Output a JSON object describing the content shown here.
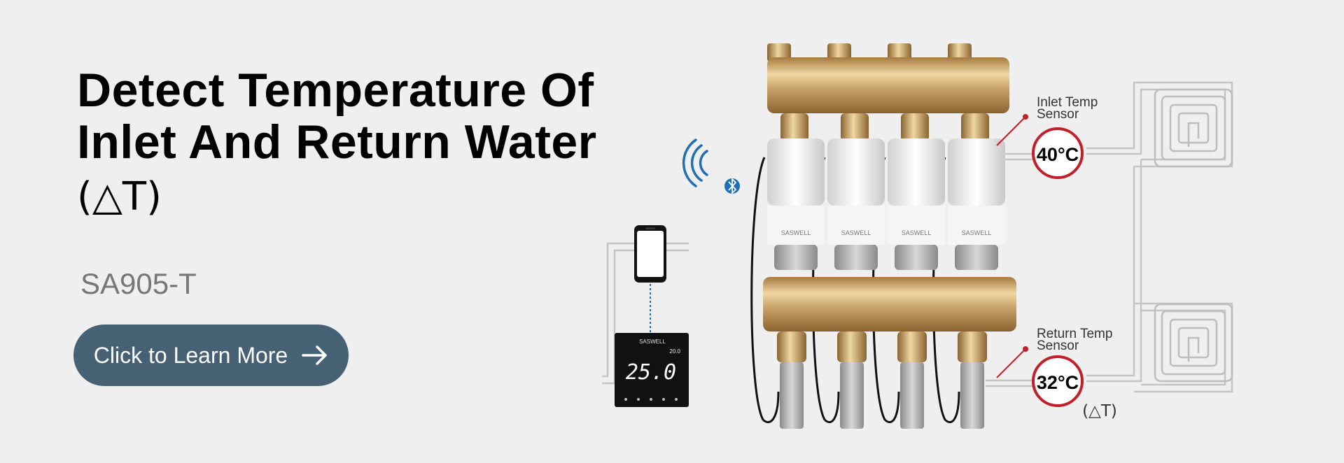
{
  "hero": {
    "title_line1": "Detect Temperature Of",
    "title_line2": "Inlet And Return Water",
    "title_delta": "(△T)",
    "model": "SA905-T",
    "cta_label": "Click to Learn More"
  },
  "diagram": {
    "brand": "SASWELL",
    "inlet_label_line1": "Inlet Temp",
    "inlet_label_line2": "Sensor",
    "inlet_temp": "40°C",
    "return_label_line1": "Return Temp",
    "return_label_line2": "Sensor",
    "return_temp": "32°C",
    "delta_label": "(△T)",
    "thermostat_display": "25.0",
    "thermostat_set": "20.0"
  },
  "colors": {
    "cta_bg": "#466074",
    "sensor_ring": "#c0202a",
    "bluetooth": "#1f6fb5",
    "brass": "#c9a46a"
  },
  "icons": [
    "arrow-right-icon",
    "bluetooth-icon",
    "smartphone-icon",
    "thermostat-icon",
    "floor-heating-coil-icon"
  ]
}
